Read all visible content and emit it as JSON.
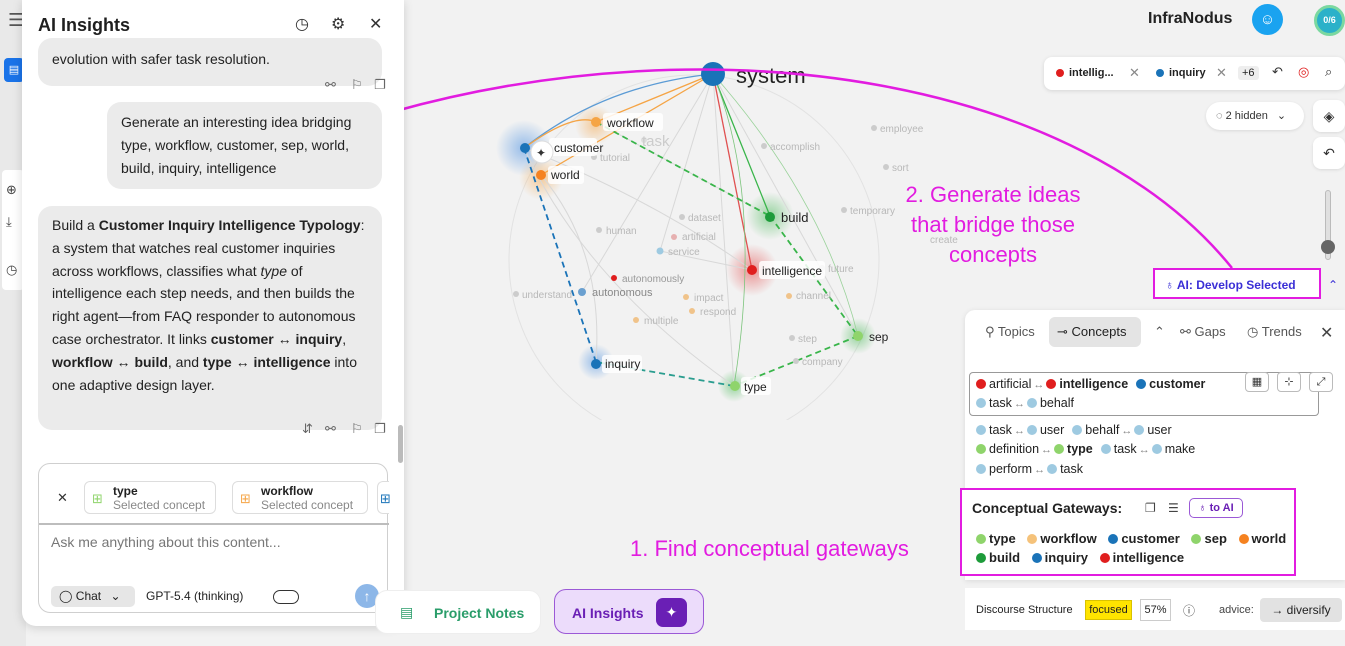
{
  "chat": {
    "title": "AI Insights",
    "prev_message_tail": "evolution with safer task resolution.",
    "user_message": "Generate an interesting idea bridging type, workflow, customer, sep, world, build, inquiry, intelligence",
    "ai_message": {
      "p1": "Build a ",
      "b1": "Customer Inquiry Intelligence Typology",
      "p2": ": a system that watches real customer inquiries across workflows, classifies what ",
      "i1": "type",
      "p3": " of intelligence each step needs, and then builds the right agent—from FAQ responder to autonomous case orchestrator. It links ",
      "b2": "customer ↔ inquiry",
      "p4": ", ",
      "b3": "workflow ↔ build",
      "p5": ", and ",
      "b4": "type ↔ intelligence",
      "p6": " into one adaptive design layer."
    },
    "chips": [
      {
        "name": "type",
        "sub": "Selected concept"
      },
      {
        "name": "workflow",
        "sub": "Selected concept"
      }
    ],
    "input_placeholder": "Ask me anything about this content...",
    "mode": "Chat",
    "model": "GPT-5.4 (thinking)"
  },
  "bottom": {
    "notes_label": "Project Notes",
    "insights_label": "AI Insights"
  },
  "graph": {
    "main_label": "system",
    "nodes": {
      "workflow": "workflow",
      "customer": "customer",
      "world": "world",
      "build": "build",
      "intelligence": "intelligence",
      "inquiry": "inquiry",
      "type": "type",
      "sep": "sep",
      "autonomous": "autonomous",
      "service": "service",
      "artificial": "artificial",
      "human": "human",
      "task": "task",
      "channel": "channel",
      "impact": "impact",
      "company": "company",
      "step": "step",
      "employee": "employee",
      "accomplish": "accomplish",
      "sort": "sort",
      "understand": "understand",
      "autonomously": "autonomously",
      "temporary": "temporary",
      "create": "create",
      "tutorial": "tutorial",
      "respond": "respond",
      "dataset": "dataset",
      "multiple": "multiple",
      "future": "future"
    },
    "colors": {
      "blue": "#1a73b8",
      "orange": "#f5a445",
      "green": "#39b54a",
      "red": "#e01e1e",
      "lightgreen": "#8fd46b",
      "lightblue": "#9ecae1"
    }
  },
  "annotations": {
    "step1": "1. Find conceptual gateways",
    "step2": "2. Generate ideas that bridge those concepts"
  },
  "top_right": {
    "brand": "InfraNodus",
    "quota": "0/6",
    "filters": [
      "intellig...",
      "inquiry"
    ],
    "more": "+6",
    "hidden": "2 hidden",
    "develop_label": "AI: Develop Selected"
  },
  "concepts_panel": {
    "tabs": [
      "Topics",
      "Concepts",
      "Gaps",
      "Trends"
    ],
    "pair_row1": {
      "a": "artificial",
      "b": "intelligence",
      "c": "customer"
    },
    "pair_row2": {
      "a": "task",
      "b": "behalf"
    },
    "row3": {
      "a": "task",
      "b": "user",
      "c": "behalf",
      "d": "user"
    },
    "row4": {
      "a": "definition",
      "b": "type",
      "c": "task",
      "d": "make"
    },
    "row5": {
      "a": "perform",
      "b": "task"
    },
    "gateways_title": "Conceptual Gateways:",
    "to_ai": "to AI",
    "gateways_row1": [
      "type",
      "workflow",
      "customer",
      "sep",
      "world"
    ],
    "gateways_row2": [
      "build",
      "inquiry",
      "intelligence"
    ]
  },
  "discourse": {
    "label": "Discourse Structure",
    "state": "focused",
    "percent": "57%",
    "advice_label": "advice:",
    "advice_value": "diversify"
  }
}
